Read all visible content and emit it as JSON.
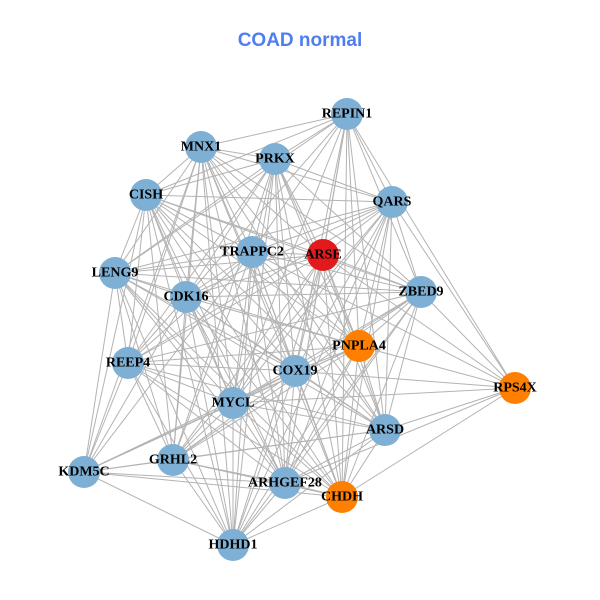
{
  "title": "COAD normal",
  "colors": {
    "default": "#7eb0d5",
    "highlight": "#e31a1c",
    "secondary": "#ff7f00",
    "edge": "#b3b3b3",
    "title": "#4f7ef0"
  },
  "nodes": [
    {
      "id": "REPIN1",
      "type": "default"
    },
    {
      "id": "MNX1",
      "type": "default"
    },
    {
      "id": "PRKX",
      "type": "default"
    },
    {
      "id": "CISH",
      "type": "default"
    },
    {
      "id": "QARS",
      "type": "default"
    },
    {
      "id": "TRAPPC2",
      "type": "default"
    },
    {
      "id": "ARSE",
      "type": "highlight"
    },
    {
      "id": "LENG9",
      "type": "default"
    },
    {
      "id": "ZBED9",
      "type": "default"
    },
    {
      "id": "CDK16",
      "type": "default"
    },
    {
      "id": "PNPLA4",
      "type": "secondary"
    },
    {
      "id": "REEP4",
      "type": "default"
    },
    {
      "id": "COX19",
      "type": "default"
    },
    {
      "id": "MYCL",
      "type": "default"
    },
    {
      "id": "RPS4X",
      "type": "secondary"
    },
    {
      "id": "ARSD",
      "type": "default"
    },
    {
      "id": "KDM5C",
      "type": "default"
    },
    {
      "id": "GRHL2",
      "type": "default"
    },
    {
      "id": "ARHGEF28",
      "type": "default"
    },
    {
      "id": "CHDH",
      "type": "secondary"
    },
    {
      "id": "HDHD1",
      "type": "default"
    }
  ],
  "non_edges": [
    [
      "RPS4X",
      "MNX1"
    ],
    [
      "RPS4X",
      "CISH"
    ],
    [
      "RPS4X",
      "LENG9"
    ],
    [
      "RPS4X",
      "KDM5C"
    ],
    [
      "RPS4X",
      "REEP4"
    ],
    [
      "RPS4X",
      "GRHL2"
    ],
    [
      "RPS4X",
      "HDHD1"
    ],
    [
      "RPS4X",
      "PRKX"
    ],
    [
      "RPS4X",
      "CDK16"
    ],
    [
      "KDM5C",
      "REPIN1"
    ],
    [
      "KDM5C",
      "QARS"
    ],
    [
      "KDM5C",
      "ZBED9"
    ],
    [
      "KDM5C",
      "PRKX"
    ],
    [
      "KDM5C",
      "ARSE"
    ],
    [
      "HDHD1",
      "REPIN1"
    ],
    [
      "REPIN1",
      "REEP4"
    ],
    [
      "REPIN1",
      "GRHL2"
    ]
  ]
}
